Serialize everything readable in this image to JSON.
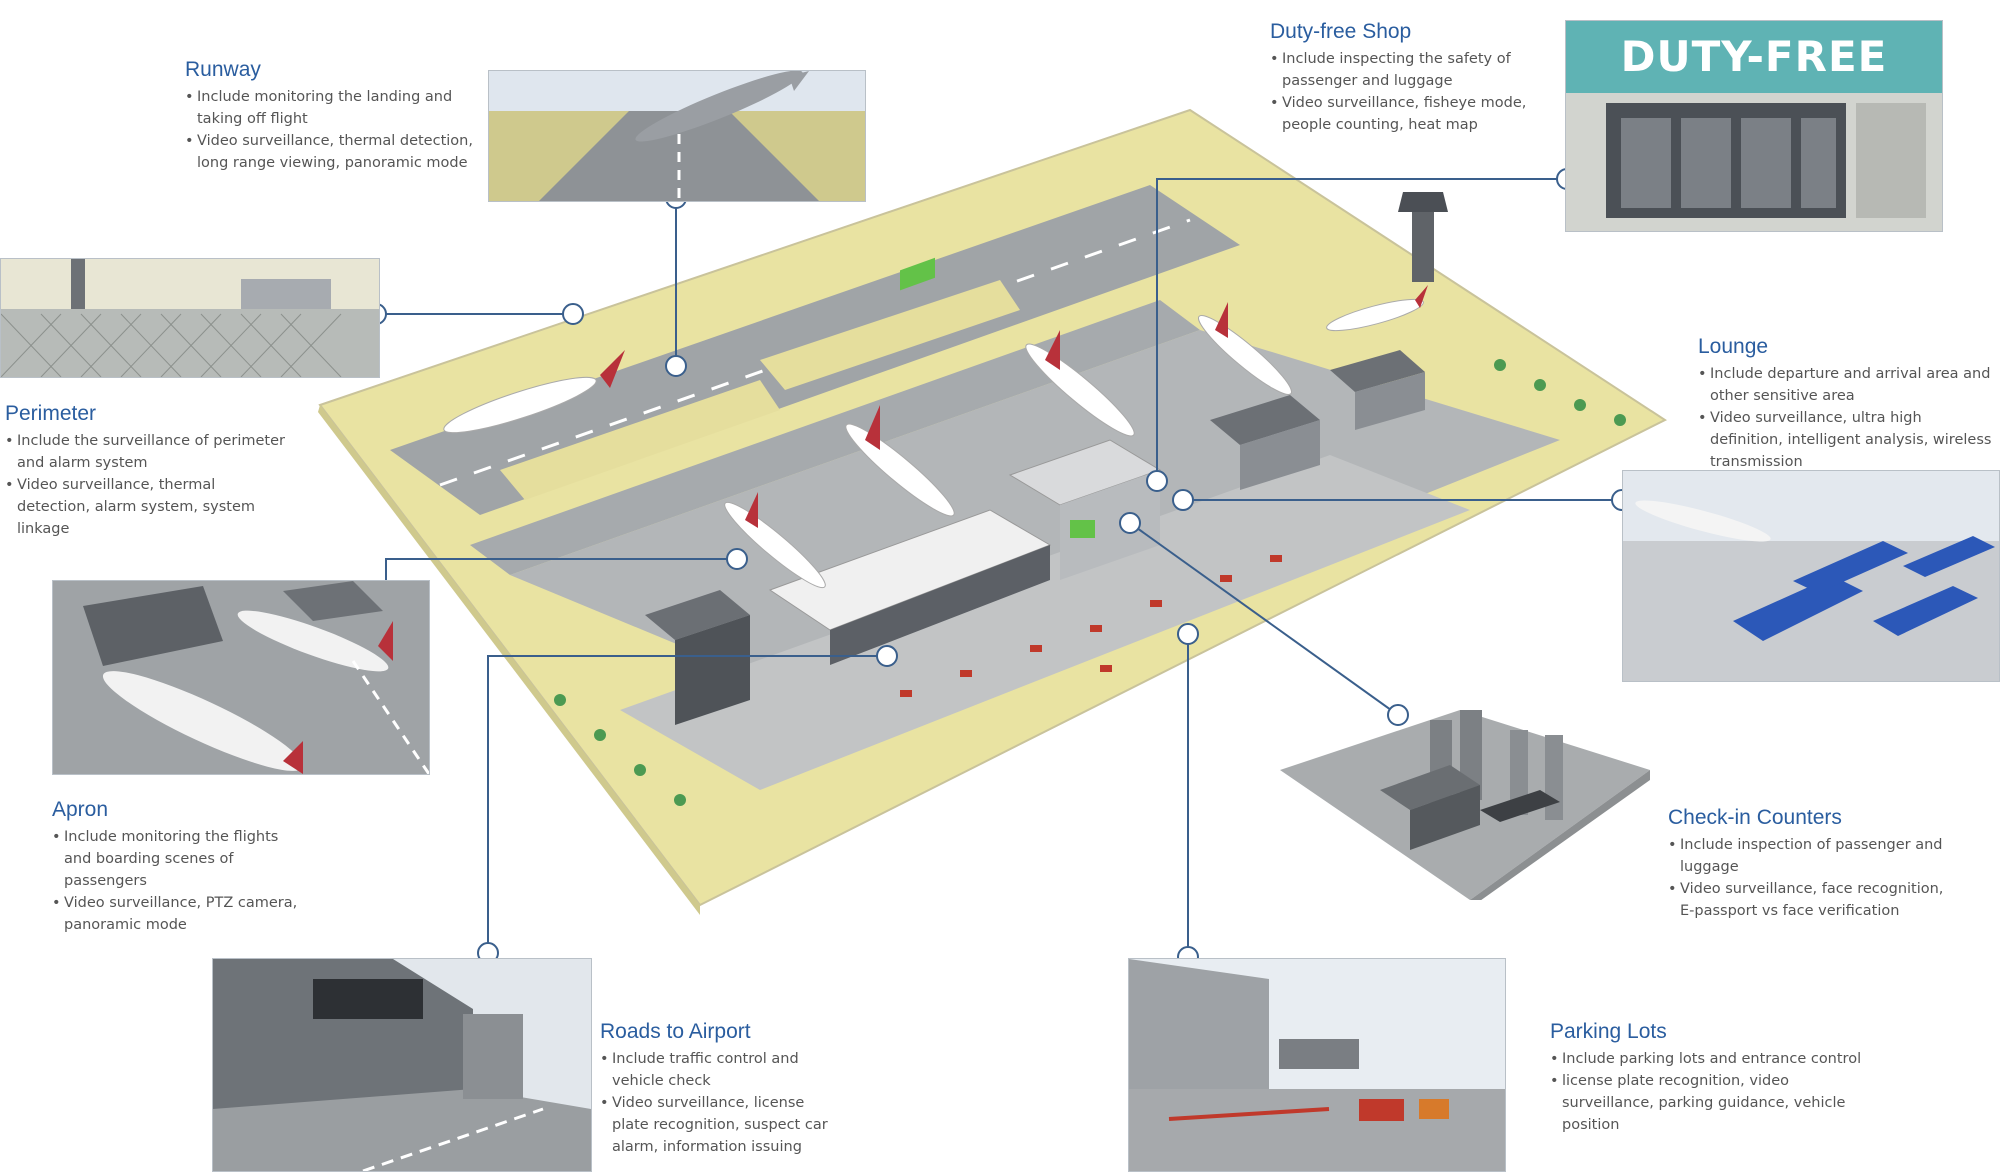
{
  "callouts": {
    "runway": {
      "title": "Runway",
      "bullets": [
        "Include monitoring the landing and taking off flight",
        "Video surveillance, thermal detection, long range viewing,  panoramic mode"
      ]
    },
    "dutyfree": {
      "title": "Duty-free Shop",
      "bullets": [
        "Include inspecting the safety of passenger and luggage",
        "Video surveillance, fisheye mode, people counting, heat map"
      ]
    },
    "perimeter": {
      "title": "Perimeter",
      "bullets": [
        "Include the surveillance of perimeter and alarm system",
        "Video surveillance, thermal detection, alarm system, system linkage"
      ]
    },
    "lounge": {
      "title": "Lounge",
      "bullets": [
        "Include departure and arrival area and other sensitive area",
        "Video surveillance, ultra high definition, intelligent analysis, wireless transmission"
      ]
    },
    "apron": {
      "title": "Apron",
      "bullets": [
        "Include monitoring the flights and boarding scenes of passengers",
        "Video surveillance, PTZ camera, panoramic mode"
      ]
    },
    "checkin": {
      "title": "Check-in Counters",
      "bullets": [
        "Include inspection of passenger and luggage",
        "Video surveillance, face recognition, E-passport vs face verification"
      ]
    },
    "roads": {
      "title": "Roads to Airport",
      "bullets": [
        "Include traffic control and vehicle check",
        "Video surveillance, license plate recognition, suspect car alarm, information issuing"
      ]
    },
    "parking": {
      "title": "Parking Lots",
      "bullets": [
        "Include parking lots and entrance control",
        "license plate recognition, video surveillance, parking guidance, vehicle position"
      ]
    }
  },
  "shop_sign": "DUTY-FREE SHOP",
  "colors": {
    "title_blue": "#2a5d9f",
    "connector": "#3a5f8c",
    "grass": "#e9e3a2",
    "tarmac": "#9fa3a6",
    "plane_tail": "#b8313a"
  }
}
